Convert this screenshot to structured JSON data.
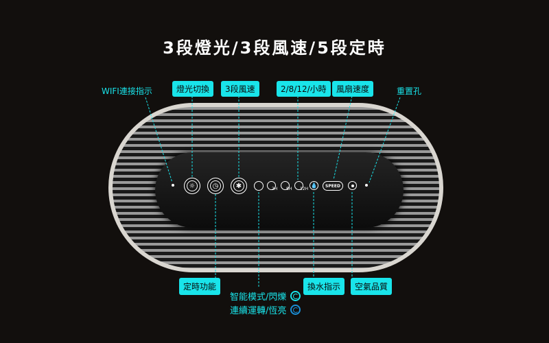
{
  "title": "3段燈光/3段風速/5段定時",
  "labels": {
    "wifi": "WIFI連接指示",
    "light": "燈光切換",
    "fan_levels": "3段風速",
    "timer_hours": "2/8/12/小時",
    "fan_speed": "風扇速度",
    "reset": "重置孔",
    "timer": "定時功能",
    "water": "換水指示",
    "air": "空氣品質"
  },
  "panel": {
    "timer_2h": "2H",
    "timer_8h": "8H",
    "timer_12h": "12H",
    "speed": "SPEED"
  },
  "legend": [
    {
      "text": "智能模式/閃爍",
      "color": "#19e4ea"
    },
    {
      "text": "連續運轉/恆亮",
      "color": "#1a8fd8"
    }
  ]
}
